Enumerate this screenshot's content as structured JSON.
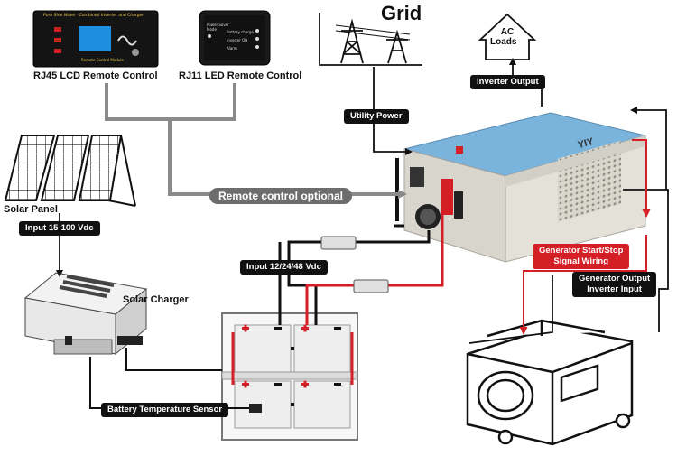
{
  "labels": {
    "rj45": "RJ45 LCD Remote Control",
    "rj11": "RJ11 LED Remote Control",
    "grid": "Grid",
    "ac_loads_line1": "AC",
    "ac_loads_line2": "Loads",
    "solar_panel": "Solar Panel",
    "solar_charger": "Solar Charger",
    "inverter_brand": "YIY"
  },
  "pills": {
    "utility_power": "Utility Power",
    "inverter_output": "Inverter Output",
    "remote_optional": "Remote control optional",
    "input_solar": "Input 15-100 Vdc",
    "input_dc": "Input 12/24/48 Vdc",
    "gen_wiring_line1": "Generator  Start/Stop",
    "gen_wiring_line2": "Signal Wiring",
    "gen_output_line1": "Generator  Output",
    "gen_output_line2": "Inverter Input",
    "battery_temp": "Battery Temperature Sensor"
  },
  "devices": {
    "lcd_remote_header": "Pure Sine Wave - Combined Inverter and Charger",
    "lcd_remote_footer": "Remote Control Module",
    "led_remote_left": "Power Saver\nMode",
    "led_remote_right": "Battery charge\nInverter ON\nAlarm"
  },
  "colors": {
    "wire_red": "#d41f26",
    "wire_black": "#111111",
    "signal_grey": "#8a8a8a",
    "inverter_blue": "#7ab3dc",
    "inverter_body": "#e4e1d8"
  }
}
